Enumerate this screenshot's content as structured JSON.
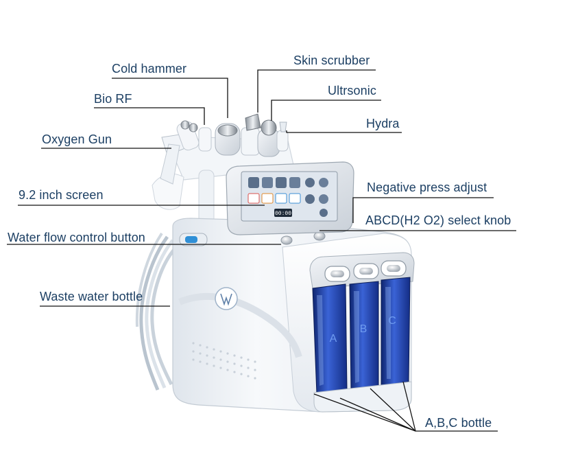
{
  "labels": {
    "cold_hammer": "Cold hammer",
    "bio_rf": "Bio RF",
    "oxygen_gun": "Oxygen Gun",
    "skin_scrubber": "Skin scrubber",
    "ultrsonic": "Ultrsonic",
    "hydra": "Hydra",
    "screen": "9.2  inch screen",
    "negative_press": "Negative press adjust",
    "select_knob": "ABCD(H2 O2) select knob",
    "water_flow": "Water  flow control button",
    "waste_bottle": "Waste water bottle",
    "abc_bottle": "A,B,C  bottle"
  },
  "bottles": {
    "a": "A",
    "b": "B",
    "c": "C"
  },
  "screen_display": {
    "readout": "00:00"
  },
  "colors": {
    "label_text": "#1c3f63",
    "leader_line": "#111111",
    "machine_body": "#f2f5f9",
    "bottle_blue": "#1d3ea8"
  }
}
